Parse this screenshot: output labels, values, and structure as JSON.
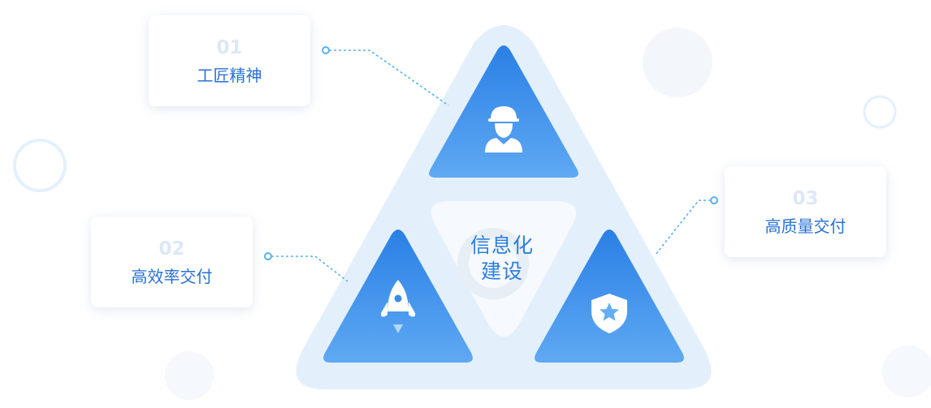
{
  "center": {
    "line1": "信息化",
    "line2": "建设"
  },
  "items": [
    {
      "number": "01",
      "label": "工匠精神",
      "icon": "worker-icon"
    },
    {
      "number": "02",
      "label": "高效率交付",
      "icon": "rocket-icon"
    },
    {
      "number": "03",
      "label": "高质量交付",
      "icon": "shield-star-icon"
    }
  ],
  "colors": {
    "primary": "#2a7fe3",
    "triangle_top": "#2a80e5",
    "triangle_bottom": "#5fa9f3",
    "outer_triangle": "#e3f0fc",
    "label_text": "#2a71d4",
    "number_text": "#dde8f6",
    "connector": "#5ab0ee"
  }
}
